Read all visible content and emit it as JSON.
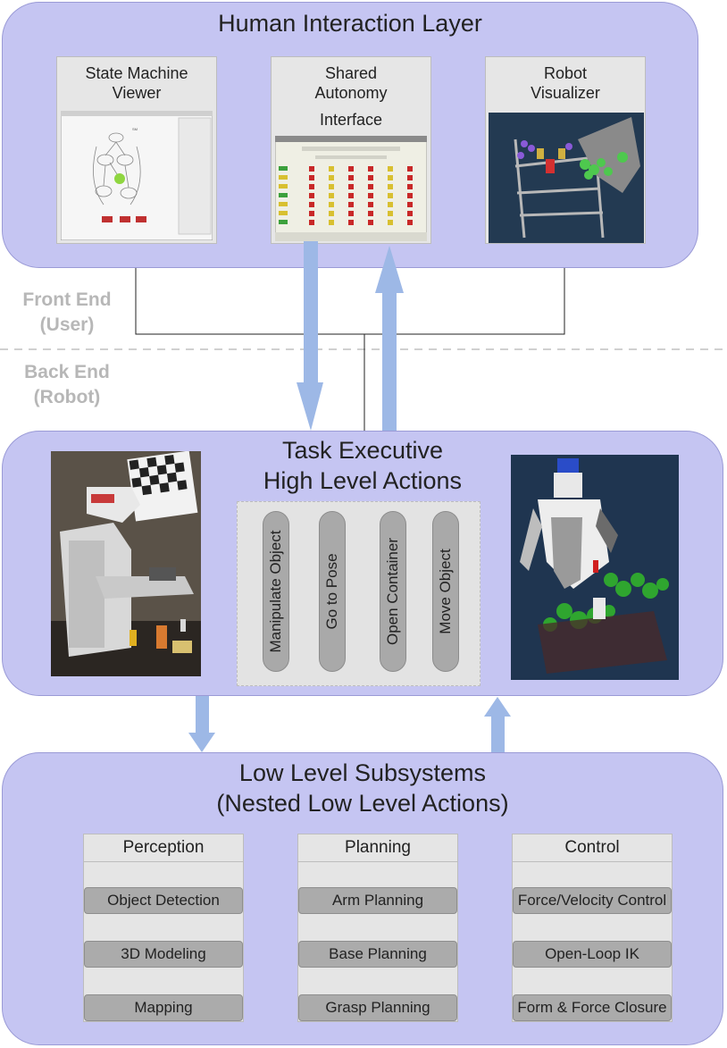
{
  "human_interaction_layer": {
    "title": "Human Interaction Layer",
    "panels": [
      {
        "title_line1": "State Machine",
        "title_line2": "Viewer"
      },
      {
        "title_line1": "Shared",
        "title_line2": "Autonomy",
        "title_line3": "Interface"
      },
      {
        "title_line1": "Robot",
        "title_line2": "Visualizer"
      }
    ]
  },
  "boundary": {
    "front_end_line1": "Front End",
    "front_end_line2": "(User)",
    "back_end_line1": "Back End",
    "back_end_line2": "(Robot)"
  },
  "task_executive": {
    "title_line1": "Task Executive",
    "title_line2": "High Level Actions",
    "actions": [
      "Manipulate Object",
      "Go to Pose",
      "Open Container",
      "Move Object"
    ]
  },
  "low_level": {
    "title_line1": "Low Level Subsystems",
    "title_line2": "(Nested Low Level Actions)",
    "subsystems": [
      {
        "title": "Perception",
        "items": [
          "Object Detection",
          "3D Modeling",
          "Mapping"
        ]
      },
      {
        "title": "Planning",
        "items": [
          "Arm Planning",
          "Base Planning",
          "Grasp Planning"
        ]
      },
      {
        "title": "Control",
        "items": [
          "Force/Velocity Control",
          "Open-Loop IK",
          "Form & Force Closure"
        ]
      }
    ]
  },
  "colors": {
    "layer_fill": "#c5c5f2",
    "arrow_fill": "#9db8e6",
    "label_gray": "#b7b7b7"
  }
}
